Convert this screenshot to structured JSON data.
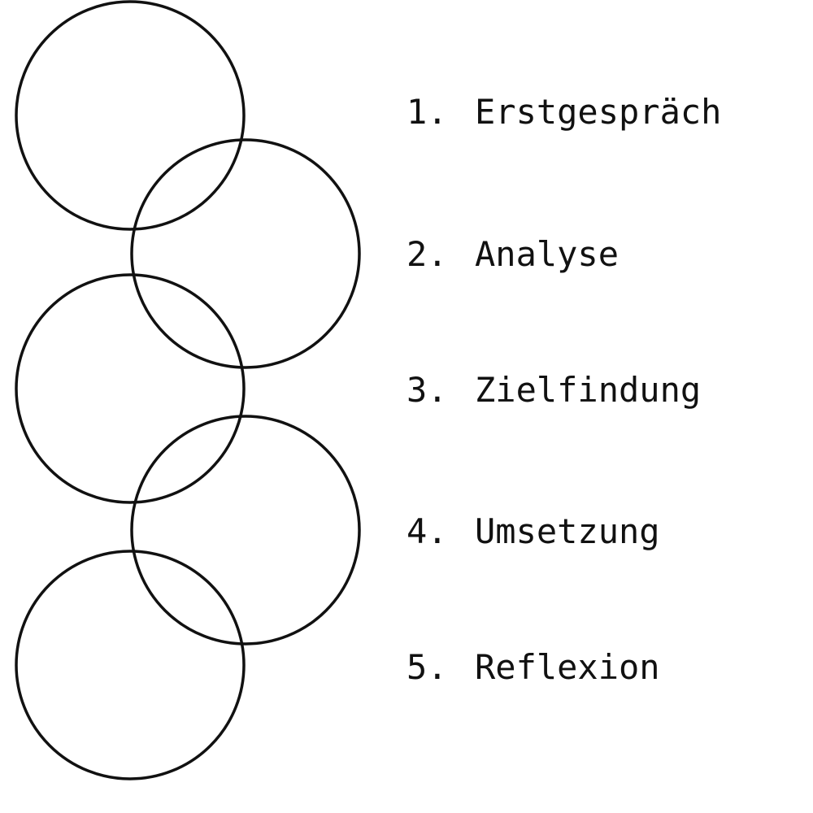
{
  "diagram": {
    "steps": [
      {
        "number": "1.",
        "label": "Erstgespräch"
      },
      {
        "number": "2.",
        "label": "Analyse"
      },
      {
        "number": "3.",
        "label": "Zielfindung"
      },
      {
        "number": "4.",
        "label": "Umsetzung"
      },
      {
        "number": "5.",
        "label": "Reflexion"
      }
    ]
  },
  "colors": {
    "stroke": "#111111",
    "text": "#111111",
    "background": "#ffffff"
  }
}
